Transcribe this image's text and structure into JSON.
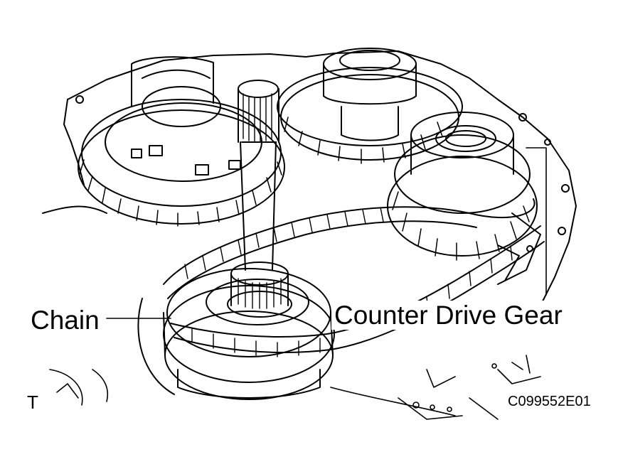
{
  "diagram": {
    "labels": {
      "chain": "Chain",
      "counter_drive_gear": "Counter Drive Gear",
      "view_marker": "T",
      "figure_code": "C099552E01"
    },
    "colors": {
      "line": "#000000",
      "background": "#ffffff"
    }
  }
}
